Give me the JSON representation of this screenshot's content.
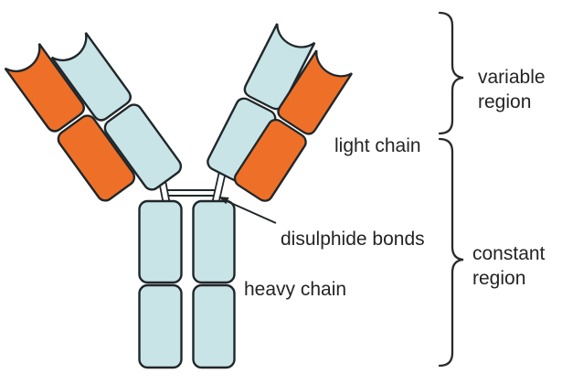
{
  "diagram": {
    "type": "antibody-structure",
    "labels": {
      "variable_region": "variable region",
      "light_chain": "light chain",
      "disulphide_bonds": "disulphide bonds",
      "heavy_chain": "heavy chain",
      "constant_region": "constant region"
    },
    "colors": {
      "light_chain_fill": "#EE7028",
      "heavy_chain_fill": "#C8E4E7",
      "outline": "#20272A",
      "text": "#242424",
      "background": "#FFFFFF"
    }
  }
}
